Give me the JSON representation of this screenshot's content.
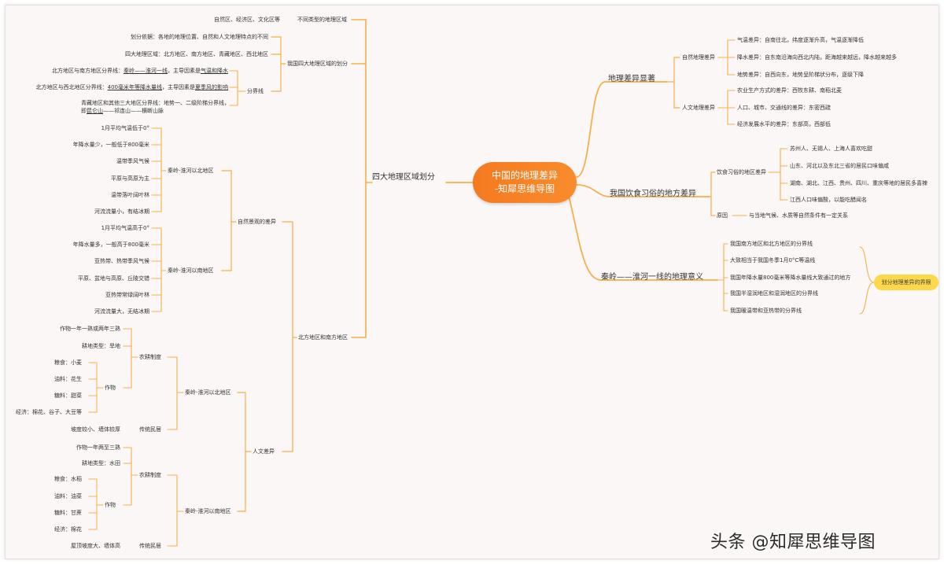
{
  "colors": {
    "line": "#f5b04a",
    "root": "#f57a1f",
    "highlight": "#fdd84a",
    "text": "#333333"
  },
  "root": {
    "line1": "中国的地理差异",
    "line2": "-知犀思维导图"
  },
  "r1": {
    "title": "地理差异显著",
    "nat": {
      "title": "自然地理差异",
      "items": [
        "气温差异：自南往北，纬度逐渐升高，气温逐渐降低",
        "降水差异：自东南沿海向西北内陆，距海越来越远，降水越来越多",
        "地势差异：自西向东，地势呈阶梯状分布，逐级下降"
      ]
    },
    "hum": {
      "title": "人文地理差异",
      "items": [
        "农业生产方式的差异：西牧东耕、南稻北麦",
        "人口、城市、交通线的差异：东密西疏",
        "经济发展水平的差异：东部高，西部低"
      ]
    }
  },
  "r2": {
    "title": "我国饮食习俗的地方差异",
    "diet": {
      "title": "饮食习俗的地区差异",
      "items": [
        "苏州人、无锡人、上海人喜欢吃甜",
        "山东、河北以及东北三省的居民口味偏咸",
        "湖南、湖北、江西、贵州、四川、重庆等地的居民多喜辣",
        "江西人口味偏酸，以能吃醋闻名"
      ]
    },
    "reason": {
      "title": "原因",
      "item": "与当地气候、水质等自然条件有一定关系"
    }
  },
  "r3": {
    "title": "秦岭——淮河一线的地理意义",
    "items": [
      "我国南方地区和北方地区的分界线",
      "大致相当于我国冬季1月0°C等温线",
      "我国年降水量800毫米等降水量线大致通过的地方",
      "我国半湿润地区和湿润地区的分界线",
      "我国暖温带和亚热带的分界线"
    ],
    "summary": "划分地理差异的界限"
  },
  "l": {
    "title": "四大地理区域划分",
    "diff": {
      "title": "不同类型的地理区域",
      "item": "自然区、经济区、文化区等"
    },
    "four": {
      "title": "我国四大地理区域的划分",
      "basis": "划分依据：各地的地理位置、自然和人文地理特点的不同",
      "regions": "四大地理区域：北方地区、南方地区、青藏地区、西北地区",
      "bound": {
        "title": "分界线",
        "b1pre": "北方地区与南方地区分界线：",
        "b1u": "秦岭——淮河一线",
        "b1post": "，主导因素是",
        "b1u2": "气温和降水",
        "b2pre": "北方地区与西北地区分界线：",
        "b2u": "400毫米年等降水量线",
        "b2post": "，主导因素是",
        "b2u2": "夏季风的影响",
        "b3a": "青藏地区和其他三大地区分界线：地势一、二级阶梯分界线，",
        "b3bpre": "即",
        "b3bu": "昆仑山",
        "b3bpost": "——祁连山——横断山脉"
      }
    },
    "ns": {
      "title": "北方地区和南方地区",
      "nat": {
        "title": "自然景观的差异",
        "north": {
          "title": "秦岭-淮河以北地区",
          "items": [
            "1月平均气温低于0°",
            "年降水量少，一般低于800毫米",
            "温带季风气候",
            "平原与高原为主",
            "温带落叶阔叶林",
            "河流流量小，有结冰期"
          ]
        },
        "south": {
          "title": "秦岭-淮河以南地区",
          "items": [
            "1月平均气温高于0°",
            "年降水量多，一般高于800毫米",
            "亚热带、热带季风气候",
            "平原、盆地与高原、丘陵交错",
            "亚热带常绿阔叶林",
            "河流流量大，无结冰期"
          ]
        }
      },
      "hum": {
        "title": "人文差异",
        "north": {
          "title": "秦岭-淮河以北地区",
          "farm": {
            "title": "农耕制度",
            "i1": "作物一年一熟或两年三熟",
            "i2": "耕地类型：旱地",
            "crop": {
              "title": "作物",
              "items": [
                "粮食：小麦",
                "油料：花生",
                "糖料：甜菜",
                "经济：棉花、谷子、大豆等"
              ]
            }
          },
          "house": {
            "title": "传统民居",
            "item": "坡度较小、墙体较厚"
          }
        },
        "south": {
          "title": "秦岭-淮河以南地区",
          "farm": {
            "title": "农耕制度",
            "i1": "作物一年两至三熟",
            "i2": "耕地类型：水田",
            "crop": {
              "title": "作物",
              "items": [
                "粮食：水稻",
                "油料：油菜",
                "糖料：甘蔗",
                "经济：棉花"
              ]
            }
          },
          "house": {
            "title": "传统民居",
            "item": "屋顶坡度大、墙体高"
          }
        }
      }
    }
  },
  "watermark": "头条 @知犀思维导图"
}
